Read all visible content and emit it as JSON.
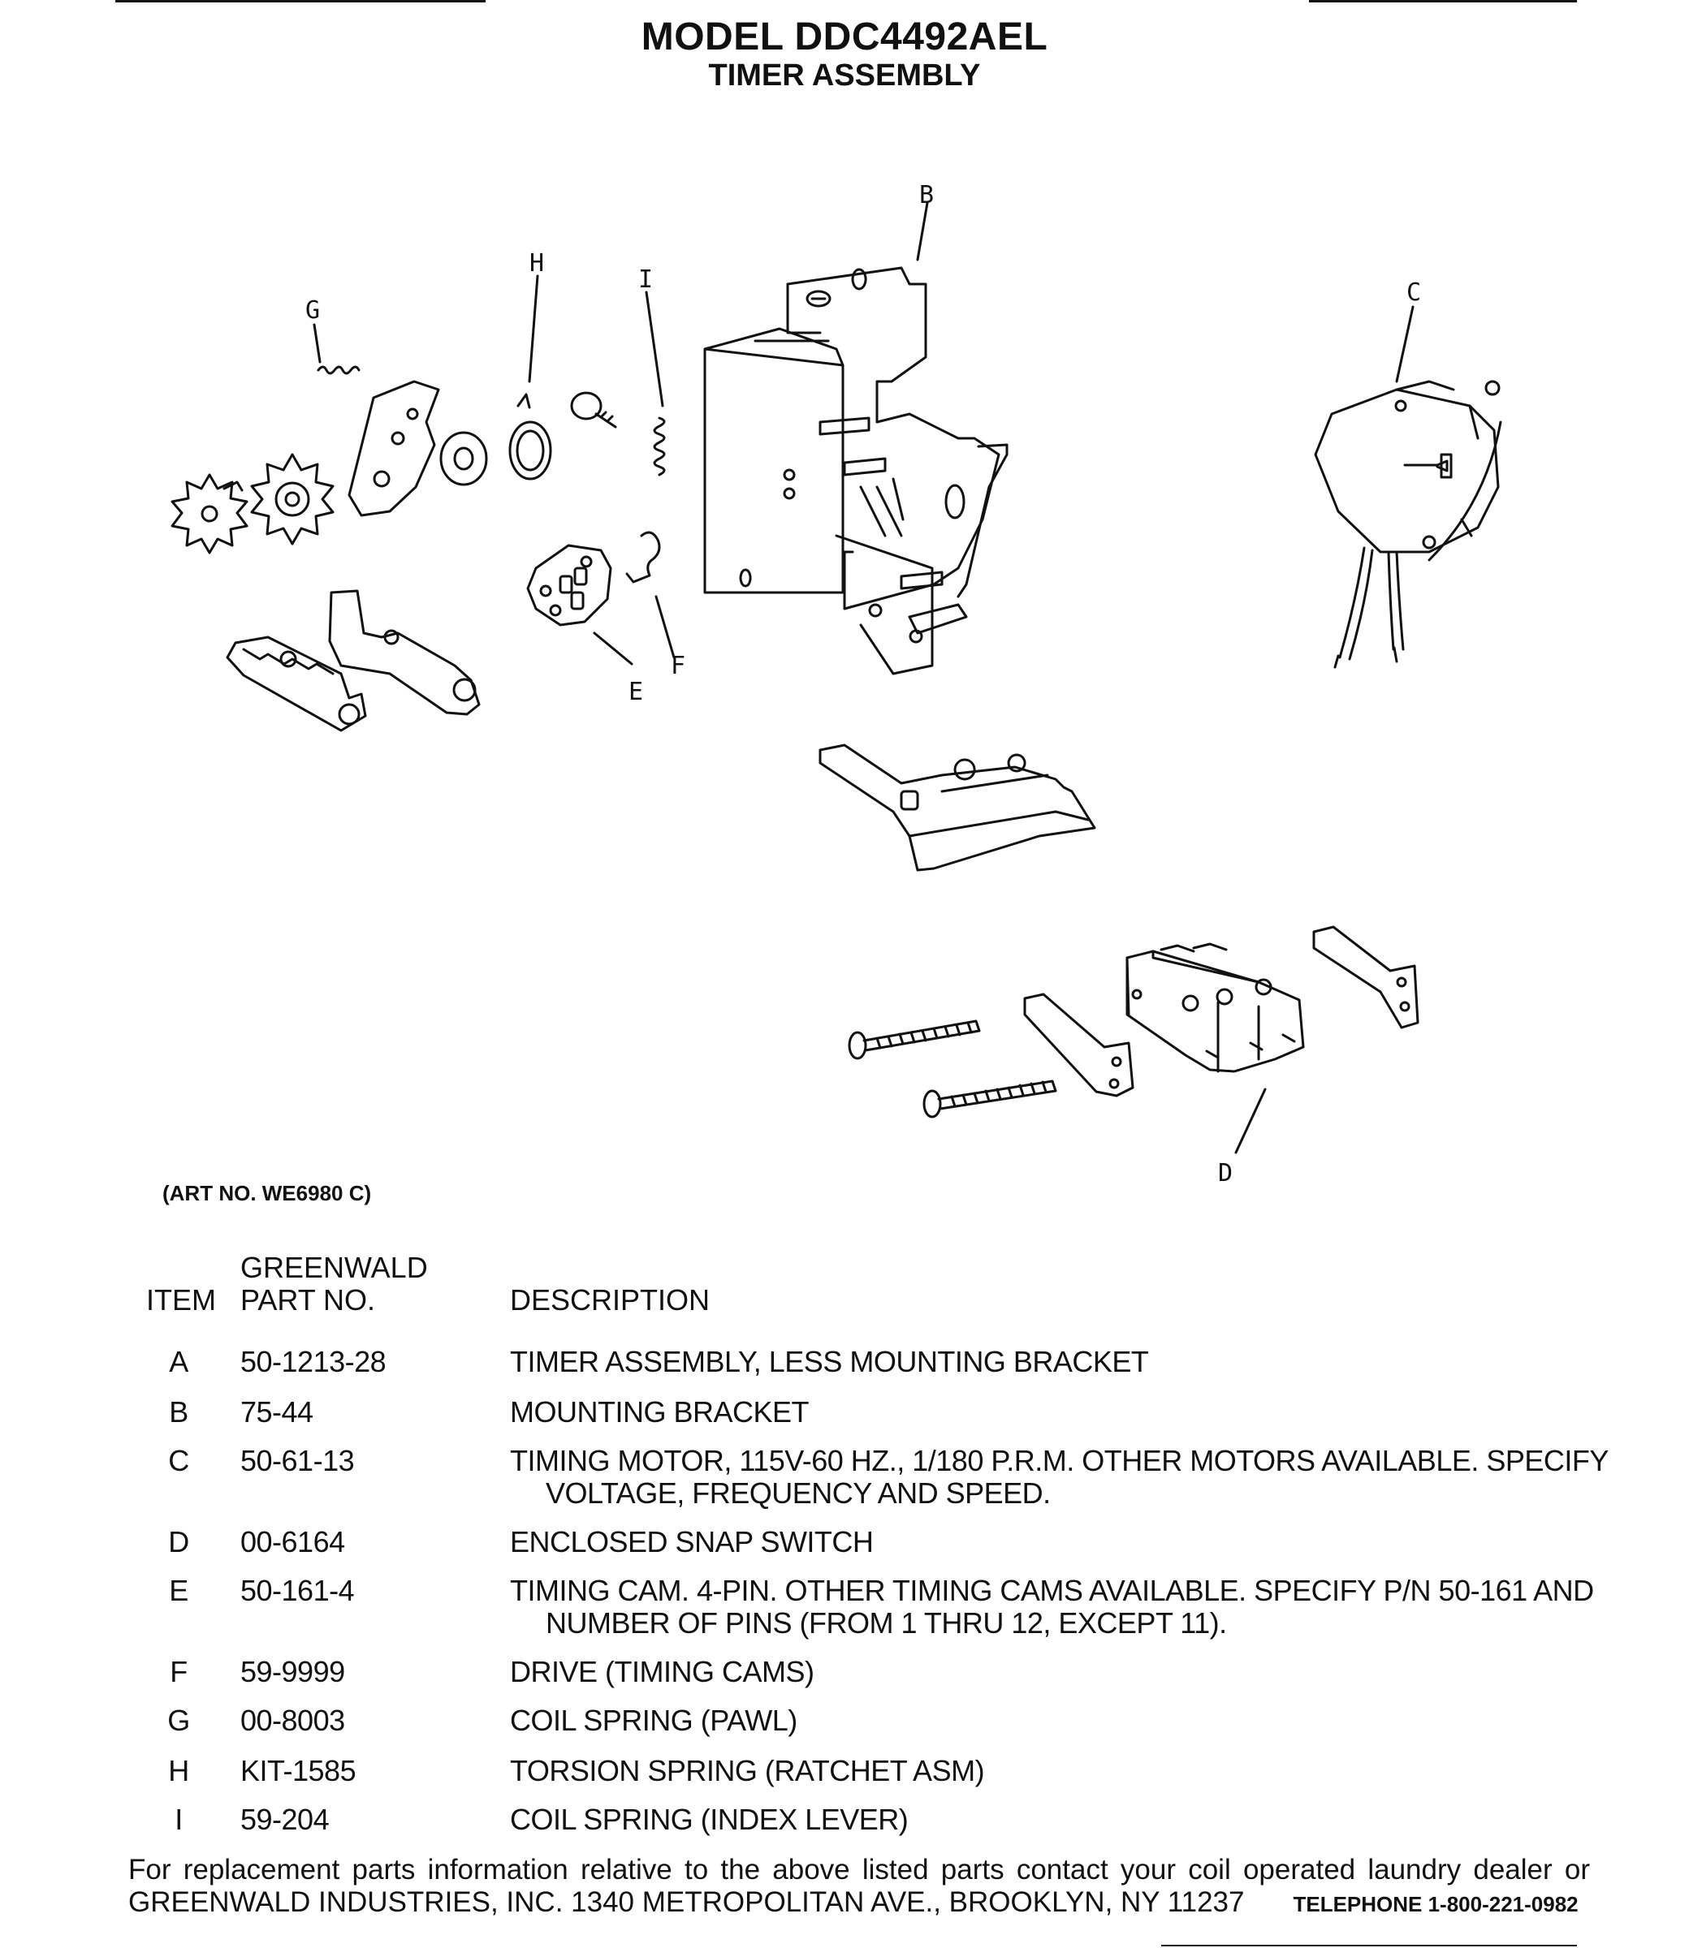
{
  "header": {
    "model": "MODEL DDC4492AEL",
    "subtitle": "TIMER ASSEMBLY"
  },
  "diagram": {
    "callouts": [
      "B",
      "C",
      "G",
      "H",
      "I",
      "E",
      "F",
      "D"
    ],
    "art_no": "(ART NO. WE6980 C)"
  },
  "table": {
    "headers": {
      "item": "ITEM",
      "part_line1": "GREENWALD",
      "part_line2": "PART NO.",
      "description": "DESCRIPTION"
    },
    "rows": [
      {
        "item": "A",
        "part": "50-1213-28",
        "desc": "TIMER ASSEMBLY, LESS MOUNTING BRACKET",
        "desc2": ""
      },
      {
        "item": "B",
        "part": "75-44",
        "desc": "MOUNTING BRACKET",
        "desc2": ""
      },
      {
        "item": "C",
        "part": "50-61-13",
        "desc": "TIMING MOTOR, 115V-60 HZ., 1/180 P.R.M. OTHER MOTORS AVAILABLE. SPECIFY",
        "desc2": "VOLTAGE, FREQUENCY AND SPEED."
      },
      {
        "item": "D",
        "part": "00-6164",
        "desc": "ENCLOSED SNAP SWITCH",
        "desc2": ""
      },
      {
        "item": "E",
        "part": "50-161-4",
        "desc": "TIMING CAM. 4-PIN. OTHER TIMING CAMS AVAILABLE. SPECIFY P/N 50-161 AND",
        "desc2": "NUMBER OF PINS (FROM 1 THRU 12, EXCEPT 11)."
      },
      {
        "item": "F",
        "part": "59-9999",
        "desc": "DRIVE (TIMING CAMS)",
        "desc2": ""
      },
      {
        "item": "G",
        "part": "00-8003",
        "desc": "COIL SPRING (PAWL)",
        "desc2": ""
      },
      {
        "item": "H",
        "part": "KIT-1585",
        "desc": "TORSION SPRING (RATCHET ASM)",
        "desc2": ""
      },
      {
        "item": "I",
        "part": "59-204",
        "desc": "COIL SPRING (INDEX LEVER)",
        "desc2": ""
      }
    ]
  },
  "footer": {
    "line1": "For replacement parts information relative to the above listed parts contact your coil operated laundry dealer or",
    "line2": "GREENWALD INDUSTRIES, INC. 1340 METROPOLITAN AVE., BROOKLYN, NY 11237",
    "phone": "TELEPHONE 1-800-221-0982"
  }
}
